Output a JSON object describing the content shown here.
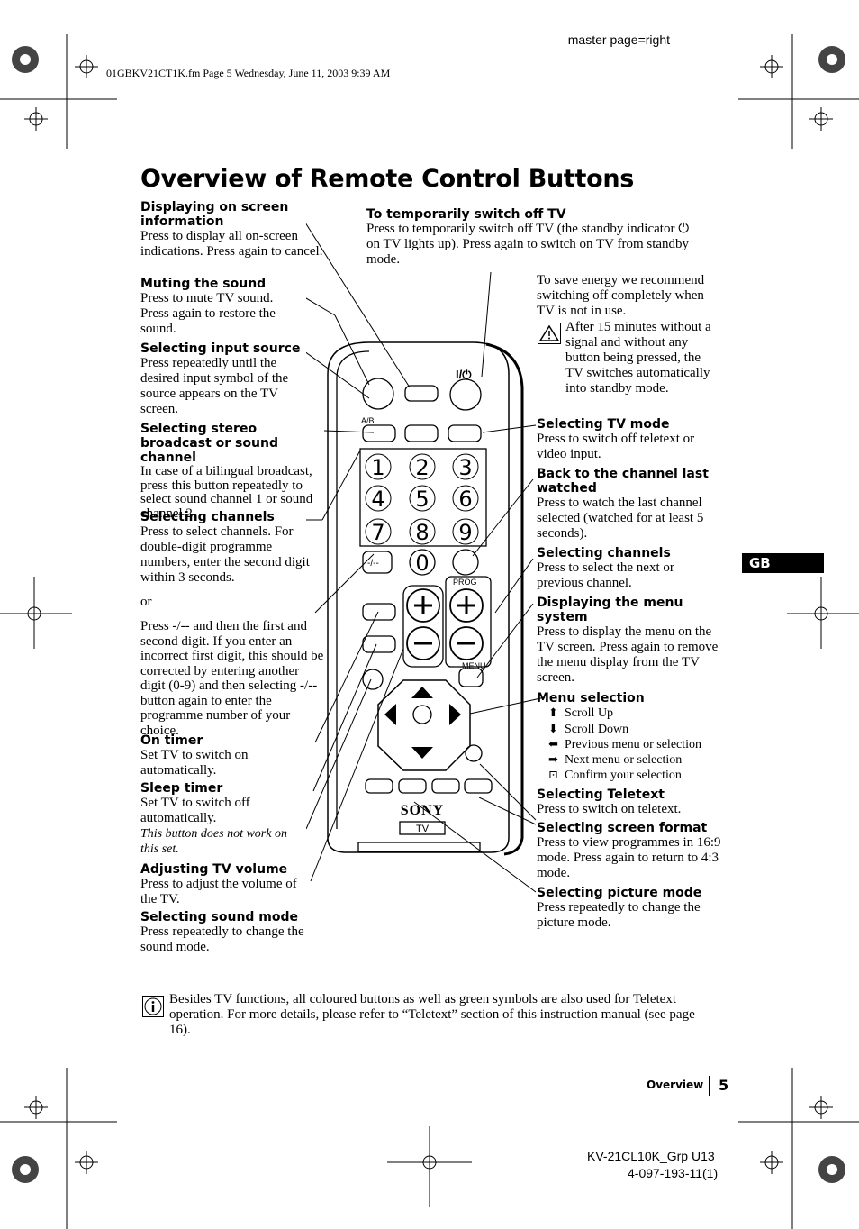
{
  "header": {
    "master": "master page=right",
    "file_info": "01GBKV21CT1K.fm  Page 5  Wednesday, June 11, 2003  9:39 AM"
  },
  "title": "Overview of Remote Control Buttons",
  "left_sections": {
    "display_info": {
      "title": "Displaying on screen information",
      "body": "Press to display all on-screen indications. Press again to cancel."
    },
    "mute": {
      "title": "Muting the sound",
      "body": "Press to mute TV sound. Press again to restore the sound."
    },
    "input": {
      "title": "Selecting input source",
      "body": "Press repeatedly until the desired input symbol of the source appears on the TV screen."
    },
    "stereo": {
      "title": "Selecting stereo broadcast or sound channel",
      "body": "In case of a bilingual broadcast, press this button repeatedly to select sound channel 1 or sound channel 2."
    },
    "channels": {
      "title": "Selecting channels",
      "body": "Press to select channels. For double-digit programme numbers, enter the second digit within 3 seconds.",
      "or": "or",
      "body2": "Press -/-- and then the first and second digit. If you enter an incorrect first digit, this should be corrected by entering another digit (0-9) and then selecting -/-- button again to enter the programme number of your choice."
    },
    "on_timer": {
      "title": "On timer",
      "body": "Set TV to switch on automatically."
    },
    "sleep": {
      "title": "Sleep timer",
      "body": "Set TV to switch off automatically.",
      "note": "This button does not work on this set."
    },
    "volume": {
      "title": "Adjusting TV volume",
      "body": "Press to adjust the volume of the TV."
    },
    "sound_mode": {
      "title": "Selecting sound mode",
      "body": "Press repeatedly to change the sound mode."
    }
  },
  "right_sections": {
    "standby": {
      "title": "To temporarily switch off TV",
      "body_a": "Press to temporarily switch off TV (the standby indicator",
      "body_b": "on TV lights up). Press again to switch on TV from standby mode."
    },
    "energy": {
      "body": "To save energy we recommend switching off completely when TV is not in use.",
      "warning": "After 15 minutes without a signal and without any button being pressed, the TV switches automatically into standby mode."
    },
    "tv_mode": {
      "title": "Selecting TV mode",
      "body": "Press to switch off teletext or video input."
    },
    "last_channel": {
      "title": "Back to the channel last watched",
      "body": "Press to watch the last channel selected (watched for at least 5 seconds)."
    },
    "sel_channels": {
      "title": "Selecting channels",
      "body": "Press to select the next or previous channel."
    },
    "menu_display": {
      "title": "Displaying the menu system",
      "body": "Press to display the menu on the TV screen. Press again to remove the menu display from the TV screen."
    },
    "menu_sel": {
      "title": "Menu selection",
      "items": [
        "Scroll Up",
        "Scroll Down",
        "Previous menu or selection",
        "Next menu or selection",
        "Confirm your selection"
      ]
    },
    "teletext": {
      "title": "Selecting Teletext",
      "body": "Press to switch on teletext."
    },
    "screen_format": {
      "title": "Selecting screen format",
      "body": "Press to view programmes in 16:9 mode. Press again to return to 4:3 mode."
    },
    "picture_mode": {
      "title": "Selecting picture mode",
      "body": "Press repeatedly to change the picture mode."
    }
  },
  "remote": {
    "ab_label": "A/B",
    "digits": [
      "1",
      "2",
      "3",
      "4",
      "5",
      "6",
      "7",
      "8",
      "9",
      "0"
    ],
    "dash_label": "-/--",
    "prog_label": "PROG",
    "menu_label": "MENU",
    "brand": "SONY",
    "tv_label": "TV",
    "standby_symbol": "I/⏻"
  },
  "gb_tab": "GB",
  "info_note": "Besides TV functions, all coloured buttons as well as green symbols are also used for Teletext operation. For more details, please refer to “Teletext” section of this instruction manual (see page 16).",
  "footer": {
    "section": "Overview",
    "page": "5",
    "model": "KV-21CL10K_Grp U13",
    "code": "4-097-193-11(1)"
  },
  "icons": [
    "registration-mark",
    "warning-triangle",
    "info-i",
    "arrow-up",
    "arrow-down",
    "arrow-left",
    "arrow-right",
    "confirm-icon"
  ]
}
